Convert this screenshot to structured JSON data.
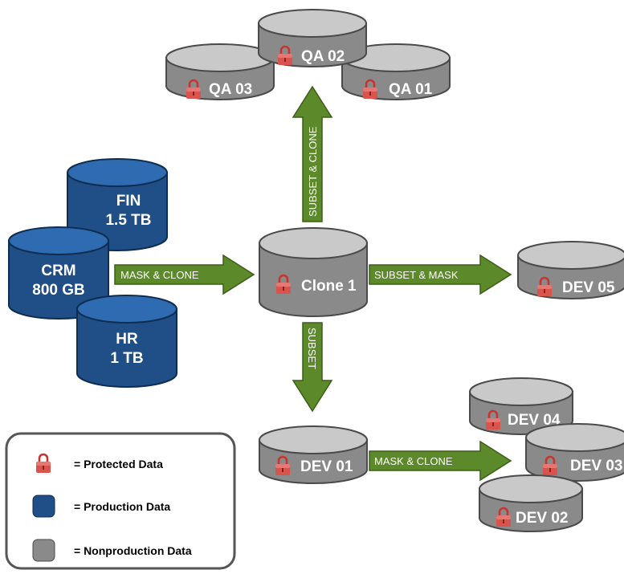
{
  "colors": {
    "production_body": "#1f4f86",
    "production_top": "#2e6bb0",
    "nonproduction_body": "#8a8a8a",
    "nonproduction_top": "#c9c9c9",
    "arrow": "#5c8a2a",
    "lock": "#c8342e"
  },
  "production": {
    "fin": [
      "FIN",
      "1.5 TB"
    ],
    "crm": [
      "CRM",
      "800 GB"
    ],
    "hr": [
      "HR",
      "1 TB"
    ]
  },
  "nonproduction": {
    "clone1": "Clone 1",
    "qa01": "QA 01",
    "qa02": "QA 02",
    "qa03": "QA 03",
    "dev01": "DEV 01",
    "dev02": "DEV 02",
    "dev03": "DEV 03",
    "dev04": "DEV 04",
    "dev05": "DEV 05"
  },
  "arrows": {
    "mask_clone_1": "MASK & CLONE",
    "subset_clone": "SUBSET & CLONE",
    "subset_mask": "SUBSET & MASK",
    "subset": "SUBSET",
    "mask_clone_2": "MASK & CLONE"
  },
  "legend": {
    "protected": "= Protected Data",
    "production": "= Production Data",
    "nonproduction": "= Nonproduction Data"
  }
}
